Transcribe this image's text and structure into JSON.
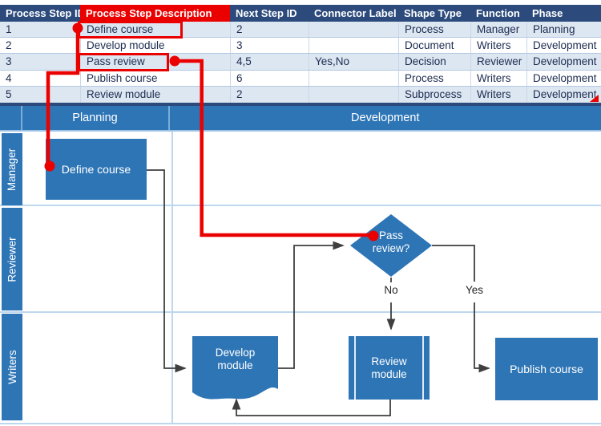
{
  "colors": {
    "accent_blue": "#2E75B6",
    "header_navy": "#2C4B7C",
    "banded_row": "#DDE7F2",
    "annotation_red": "#EB0000",
    "connector_gray": "#3F3F3F",
    "lane_line": "#BDD7EE"
  },
  "table": {
    "headers": [
      "Process Step ID",
      "Process Step Description",
      "Next Step ID",
      "Connector Label",
      "Shape Type",
      "Function",
      "Phase"
    ],
    "rows": [
      {
        "cells": [
          "1",
          "Define course",
          "2",
          "",
          "Process",
          "Manager",
          "Planning"
        ]
      },
      {
        "cells": [
          "2",
          "Develop module",
          "3",
          "",
          "Document",
          "Writers",
          "Development"
        ]
      },
      {
        "cells": [
          "3",
          "Pass review",
          "4,5",
          "Yes,No",
          "Decision",
          "Reviewer",
          "Development"
        ]
      },
      {
        "cells": [
          "4",
          "Publish course",
          "6",
          "",
          "Process",
          "Writers",
          "Development"
        ]
      },
      {
        "cells": [
          "5",
          "Review module",
          "2",
          "",
          "Subprocess",
          "Writers",
          "Development"
        ]
      }
    ]
  },
  "swimlane": {
    "phases": [
      "Planning",
      "Development"
    ],
    "lanes": [
      "Manager",
      "Reviewer",
      "Writers"
    ],
    "shapes": {
      "define": {
        "label": "Define course"
      },
      "decision": {
        "line1": "Pass",
        "line2": "review?"
      },
      "develop": {
        "line1": "Develop",
        "line2": "module"
      },
      "review": {
        "line1": "Review",
        "line2": "module"
      },
      "publish": {
        "label": "Publish course"
      }
    },
    "connector_labels": {
      "no": "No",
      "yes": "Yes"
    }
  }
}
